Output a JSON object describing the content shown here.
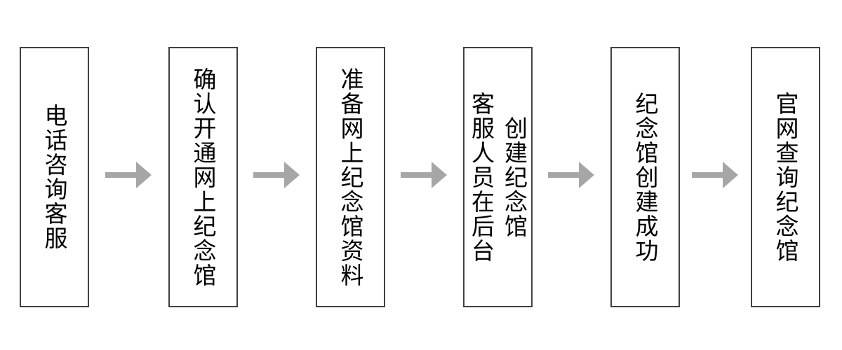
{
  "flowchart": {
    "steps": [
      {
        "columns": [
          "电话咨询客服"
        ]
      },
      {
        "columns": [
          "确认开通网上纪念馆"
        ]
      },
      {
        "columns": [
          "准备网上纪念馆资料"
        ]
      },
      {
        "columns": [
          "客服人员在后台",
          "创建纪念馆"
        ]
      },
      {
        "columns": [
          "纪念馆创建成功"
        ]
      },
      {
        "columns": [
          "官网查询纪念馆"
        ]
      }
    ],
    "connector_icon": "right-arrow-icon",
    "colors": {
      "background": "#ffffff",
      "box_border": "#404040",
      "text": "#000000",
      "arrow": "#a6a6a6"
    }
  }
}
